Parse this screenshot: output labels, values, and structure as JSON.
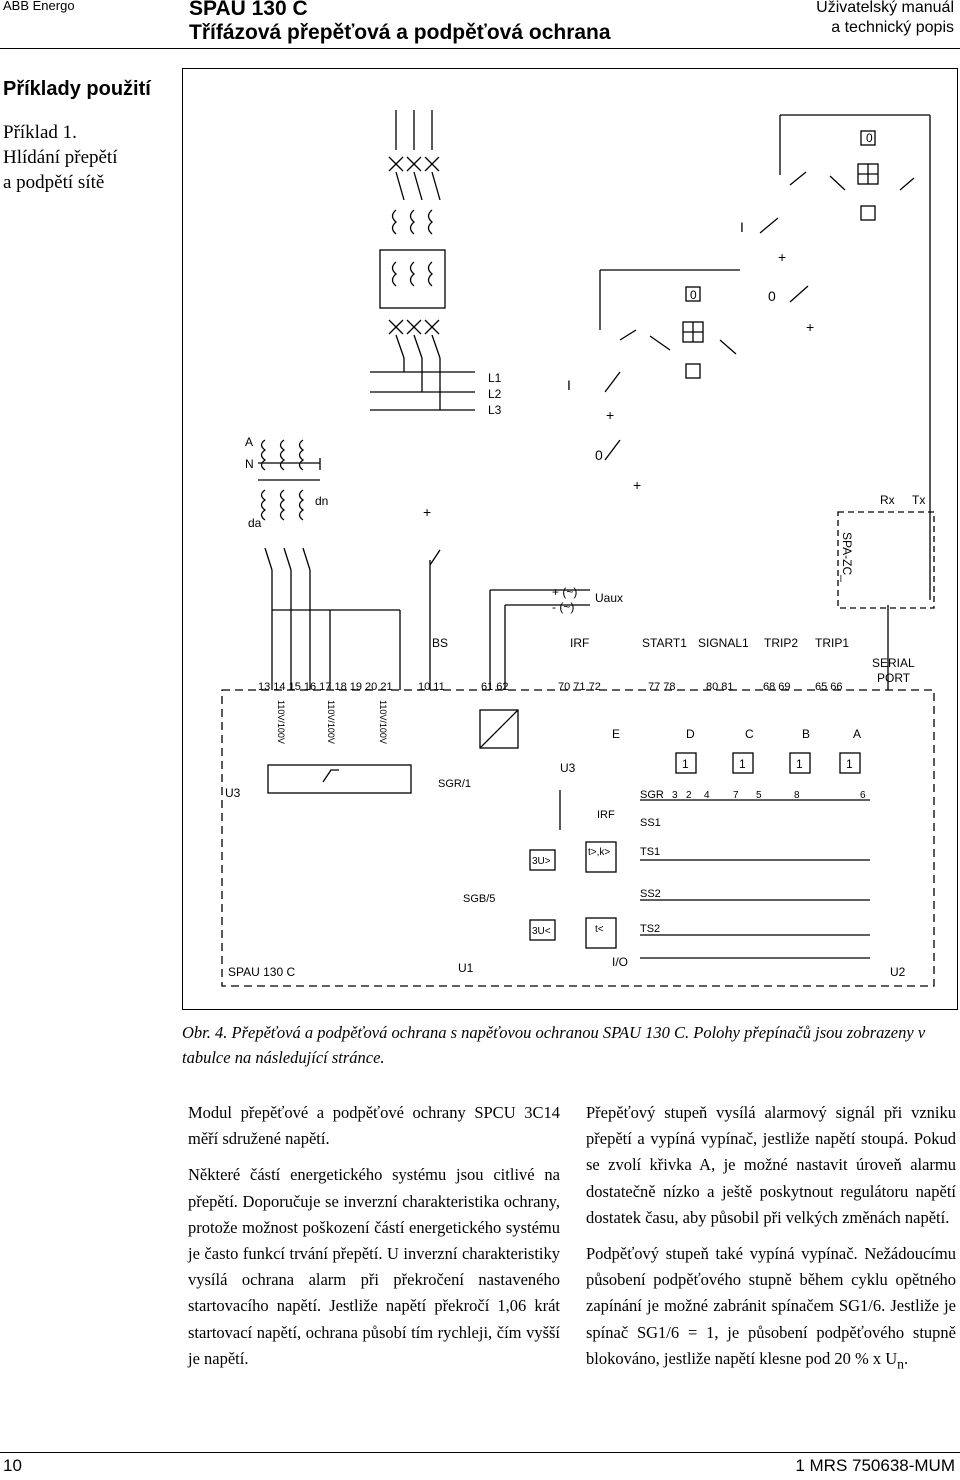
{
  "header": {
    "brand": "ABB Energo",
    "title_line1": "SPAU 130 C",
    "title_line2": "Třífázová přepěťová a podpěťová ochrana",
    "manual_line1": "Uživatelský manuál",
    "manual_line2": "a technický popis"
  },
  "section": {
    "title": "Příklady použití",
    "example_line1": "Příklad 1.",
    "example_line2": "Hlídání přepětí",
    "example_line3": "a podpětí sítě"
  },
  "figure": {
    "bus_labels": [
      "L1",
      "L2",
      "L3"
    ],
    "vt_labels": [
      "A",
      "N",
      "da",
      "dn"
    ],
    "switch_I": "I",
    "switch_0": "0",
    "symbol_plus": "+",
    "symbol_minus": "-",
    "ac_plus": "+ (~)",
    "ac_minus": "- (~)",
    "uaux": "Uaux",
    "rx": "Rx",
    "tx": "Tx",
    "spa_zc": "SPA-ZC_",
    "group_bs": "BS",
    "group_irf": "IRF",
    "group_start1": "START1",
    "group_signal1": "SIGNAL1",
    "group_trip2": "TRIP2",
    "group_trip1": "TRIP1",
    "serial_port_1": "SERIAL",
    "serial_port_2": "PORT",
    "terminals_vt": "13 14 15   16 17 18   19 20 21",
    "terminals_bs": "10   11",
    "terminals_ps": "61 62",
    "terminals_irf": "70 71 72",
    "terminals_start": "77 78",
    "terminals_signal": "80 81",
    "terminals_trip2": "68 69",
    "terminals_trip1": "65 66",
    "voltage_rating": "110V/100V",
    "relay_letters": [
      "E",
      "D",
      "C",
      "B",
      "A"
    ],
    "or_gate": "1",
    "u3": "U3",
    "sgr1": "SGR/1",
    "sgr": "SGR",
    "sgr_numbers": [
      "3",
      "2",
      "4",
      "7",
      "5",
      "8",
      "6"
    ],
    "irf2": "IRF",
    "ss1": "SS1",
    "ts1": "TS1",
    "ss2": "SS2",
    "ts2": "TS2",
    "sgb5": "SGB/5",
    "stage_over": "3U>",
    "stage_under": "3U<",
    "timer_over": "t>,k>",
    "timer_under": "t<",
    "spau": "SPAU 130 C",
    "u1": "U1",
    "u2": "U2",
    "io": "I/O"
  },
  "caption": "Obr. 4. Přepěťová a podpěťová ochrana s napěťovou ochranou SPAU 130 C. Polohy přepínačů jsou zobrazeny v tabulce na následující stránce.",
  "body_left": [
    "Modul přepěťové a podpěťové ochrany SPCU 3C14 měří sdružené napětí.",
    "Některé částí energetického systému jsou citlivé na přepětí. Doporučuje se inverzní charakteristika ochrany, protože možnost poškození částí energetického systému je často funkcí trvání přepětí. U inverzní charakteristiky vysílá ochrana alarm při překročení nastaveného startovacího napětí. Jestliže napětí překročí 1,06 krát startovací napětí, ochrana působí tím rychleji, čím vyšší je napětí."
  ],
  "body_right": [
    "Přepěťový stupeň vysílá alarmový signál při vzniku přepětí a vypíná vypínač, jestliže napětí stoupá. Pokud se zvolí křivka A, je možné nastavit úroveň alarmu dostatečně nízko a ještě poskytnout regulátoru napětí dostatek času, aby působil při velkých změnách napětí.",
    "Podpěťový stupeň také vypíná vypínač. Nežádoucímu působení podpěťového stupně během cyklu opětného zapínání je možné zabránit spínačem SG1/6. Jestliže je spínač SG1/6 = 1, je působení podpěťového stupně blokováno, jestliže napětí klesne pod 20 % x U",
    "n",
    "."
  ],
  "footer": {
    "page": "10",
    "doc": "1 MRS 750638-MUM"
  }
}
